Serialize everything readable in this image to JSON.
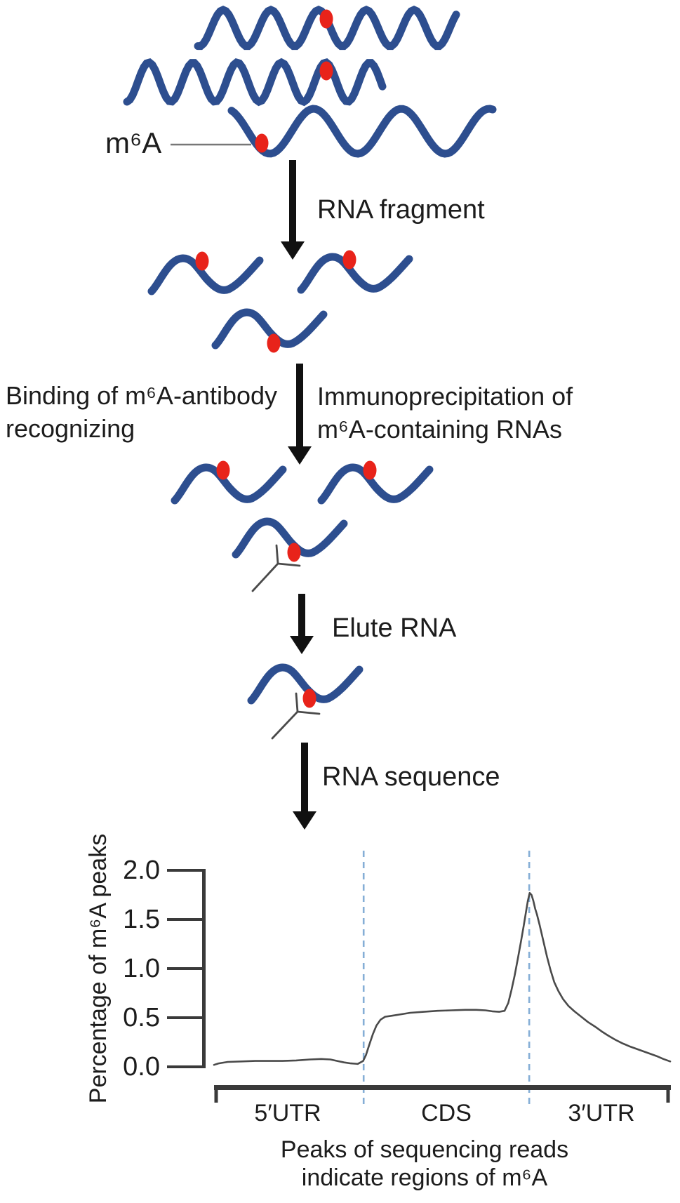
{
  "figure": {
    "m6a_label": "m⁶A",
    "steps": {
      "fragment": "RNA fragment",
      "binding_line1": "Binding of m⁶A-antibody",
      "binding_line2": "recognizing",
      "ip_line1": "Immunoprecipitation of",
      "ip_line2": "m⁶A-containing RNAs",
      "elute": "Elute RNA",
      "sequence": "RNA sequence"
    },
    "colors": {
      "rna_strand": "#2d4e8f",
      "m6a_dot": "#e8231a",
      "arrow": "#111111",
      "leader_line": "#777777",
      "antibody": "#4a4a4a",
      "axis": "#3a3a3a",
      "curve": "#4a4a4a",
      "dashed_guide": "#85aed6"
    }
  },
  "chart_data": {
    "type": "line",
    "title": "",
    "ylabel": "Percentage of m⁶A peaks",
    "xlabel": "Peaks of sequencing reads indicate regions of m⁶A",
    "caption": [
      "Peaks of sequencing reads",
      "indicate regions of m⁶A"
    ],
    "regions": [
      "5′UTR",
      "CDS",
      "3′UTR"
    ],
    "region_boundaries_frac": [
      0.328,
      0.691
    ],
    "ylim": [
      0,
      2
    ],
    "ytick_labels": [
      "2.0",
      "1.5",
      "1.0",
      "0.5",
      "0.0"
    ],
    "ytick_values": [
      2.0,
      1.5,
      1.0,
      0.5,
      0.0
    ],
    "grid": false,
    "legend": "none",
    "x_unit": "relative position along transcript (0–1)",
    "points": [
      [
        0.0,
        0.02
      ],
      [
        0.01,
        0.035
      ],
      [
        0.03,
        0.05
      ],
      [
        0.06,
        0.055
      ],
      [
        0.09,
        0.06
      ],
      [
        0.12,
        0.06
      ],
      [
        0.15,
        0.06
      ],
      [
        0.18,
        0.065
      ],
      [
        0.21,
        0.075
      ],
      [
        0.235,
        0.08
      ],
      [
        0.255,
        0.075
      ],
      [
        0.27,
        0.06
      ],
      [
        0.285,
        0.045
      ],
      [
        0.3,
        0.035
      ],
      [
        0.315,
        0.03
      ],
      [
        0.327,
        0.06
      ],
      [
        0.333,
        0.12
      ],
      [
        0.34,
        0.22
      ],
      [
        0.348,
        0.33
      ],
      [
        0.356,
        0.42
      ],
      [
        0.365,
        0.48
      ],
      [
        0.375,
        0.51
      ],
      [
        0.39,
        0.52
      ],
      [
        0.41,
        0.535
      ],
      [
        0.43,
        0.55
      ],
      [
        0.46,
        0.56
      ],
      [
        0.49,
        0.57
      ],
      [
        0.52,
        0.575
      ],
      [
        0.55,
        0.58
      ],
      [
        0.575,
        0.58
      ],
      [
        0.595,
        0.575
      ],
      [
        0.61,
        0.565
      ],
      [
        0.625,
        0.56
      ],
      [
        0.637,
        0.57
      ],
      [
        0.645,
        0.65
      ],
      [
        0.652,
        0.78
      ],
      [
        0.659,
        0.93
      ],
      [
        0.666,
        1.1
      ],
      [
        0.673,
        1.28
      ],
      [
        0.679,
        1.44
      ],
      [
        0.684,
        1.58
      ],
      [
        0.688,
        1.69
      ],
      [
        0.692,
        1.77
      ],
      [
        0.696,
        1.75
      ],
      [
        0.7,
        1.69
      ],
      [
        0.704,
        1.61
      ],
      [
        0.708,
        1.55
      ],
      [
        0.714,
        1.44
      ],
      [
        0.722,
        1.28
      ],
      [
        0.73,
        1.12
      ],
      [
        0.738,
        0.98
      ],
      [
        0.746,
        0.86
      ],
      [
        0.755,
        0.77
      ],
      [
        0.765,
        0.69
      ],
      [
        0.777,
        0.62
      ],
      [
        0.79,
        0.565
      ],
      [
        0.805,
        0.51
      ],
      [
        0.82,
        0.455
      ],
      [
        0.835,
        0.41
      ],
      [
        0.85,
        0.36
      ],
      [
        0.865,
        0.315
      ],
      [
        0.88,
        0.275
      ],
      [
        0.895,
        0.24
      ],
      [
        0.91,
        0.21
      ],
      [
        0.925,
        0.185
      ],
      [
        0.94,
        0.16
      ],
      [
        0.955,
        0.135
      ],
      [
        0.97,
        0.11
      ],
      [
        0.985,
        0.08
      ],
      [
        1.0,
        0.055
      ]
    ]
  }
}
